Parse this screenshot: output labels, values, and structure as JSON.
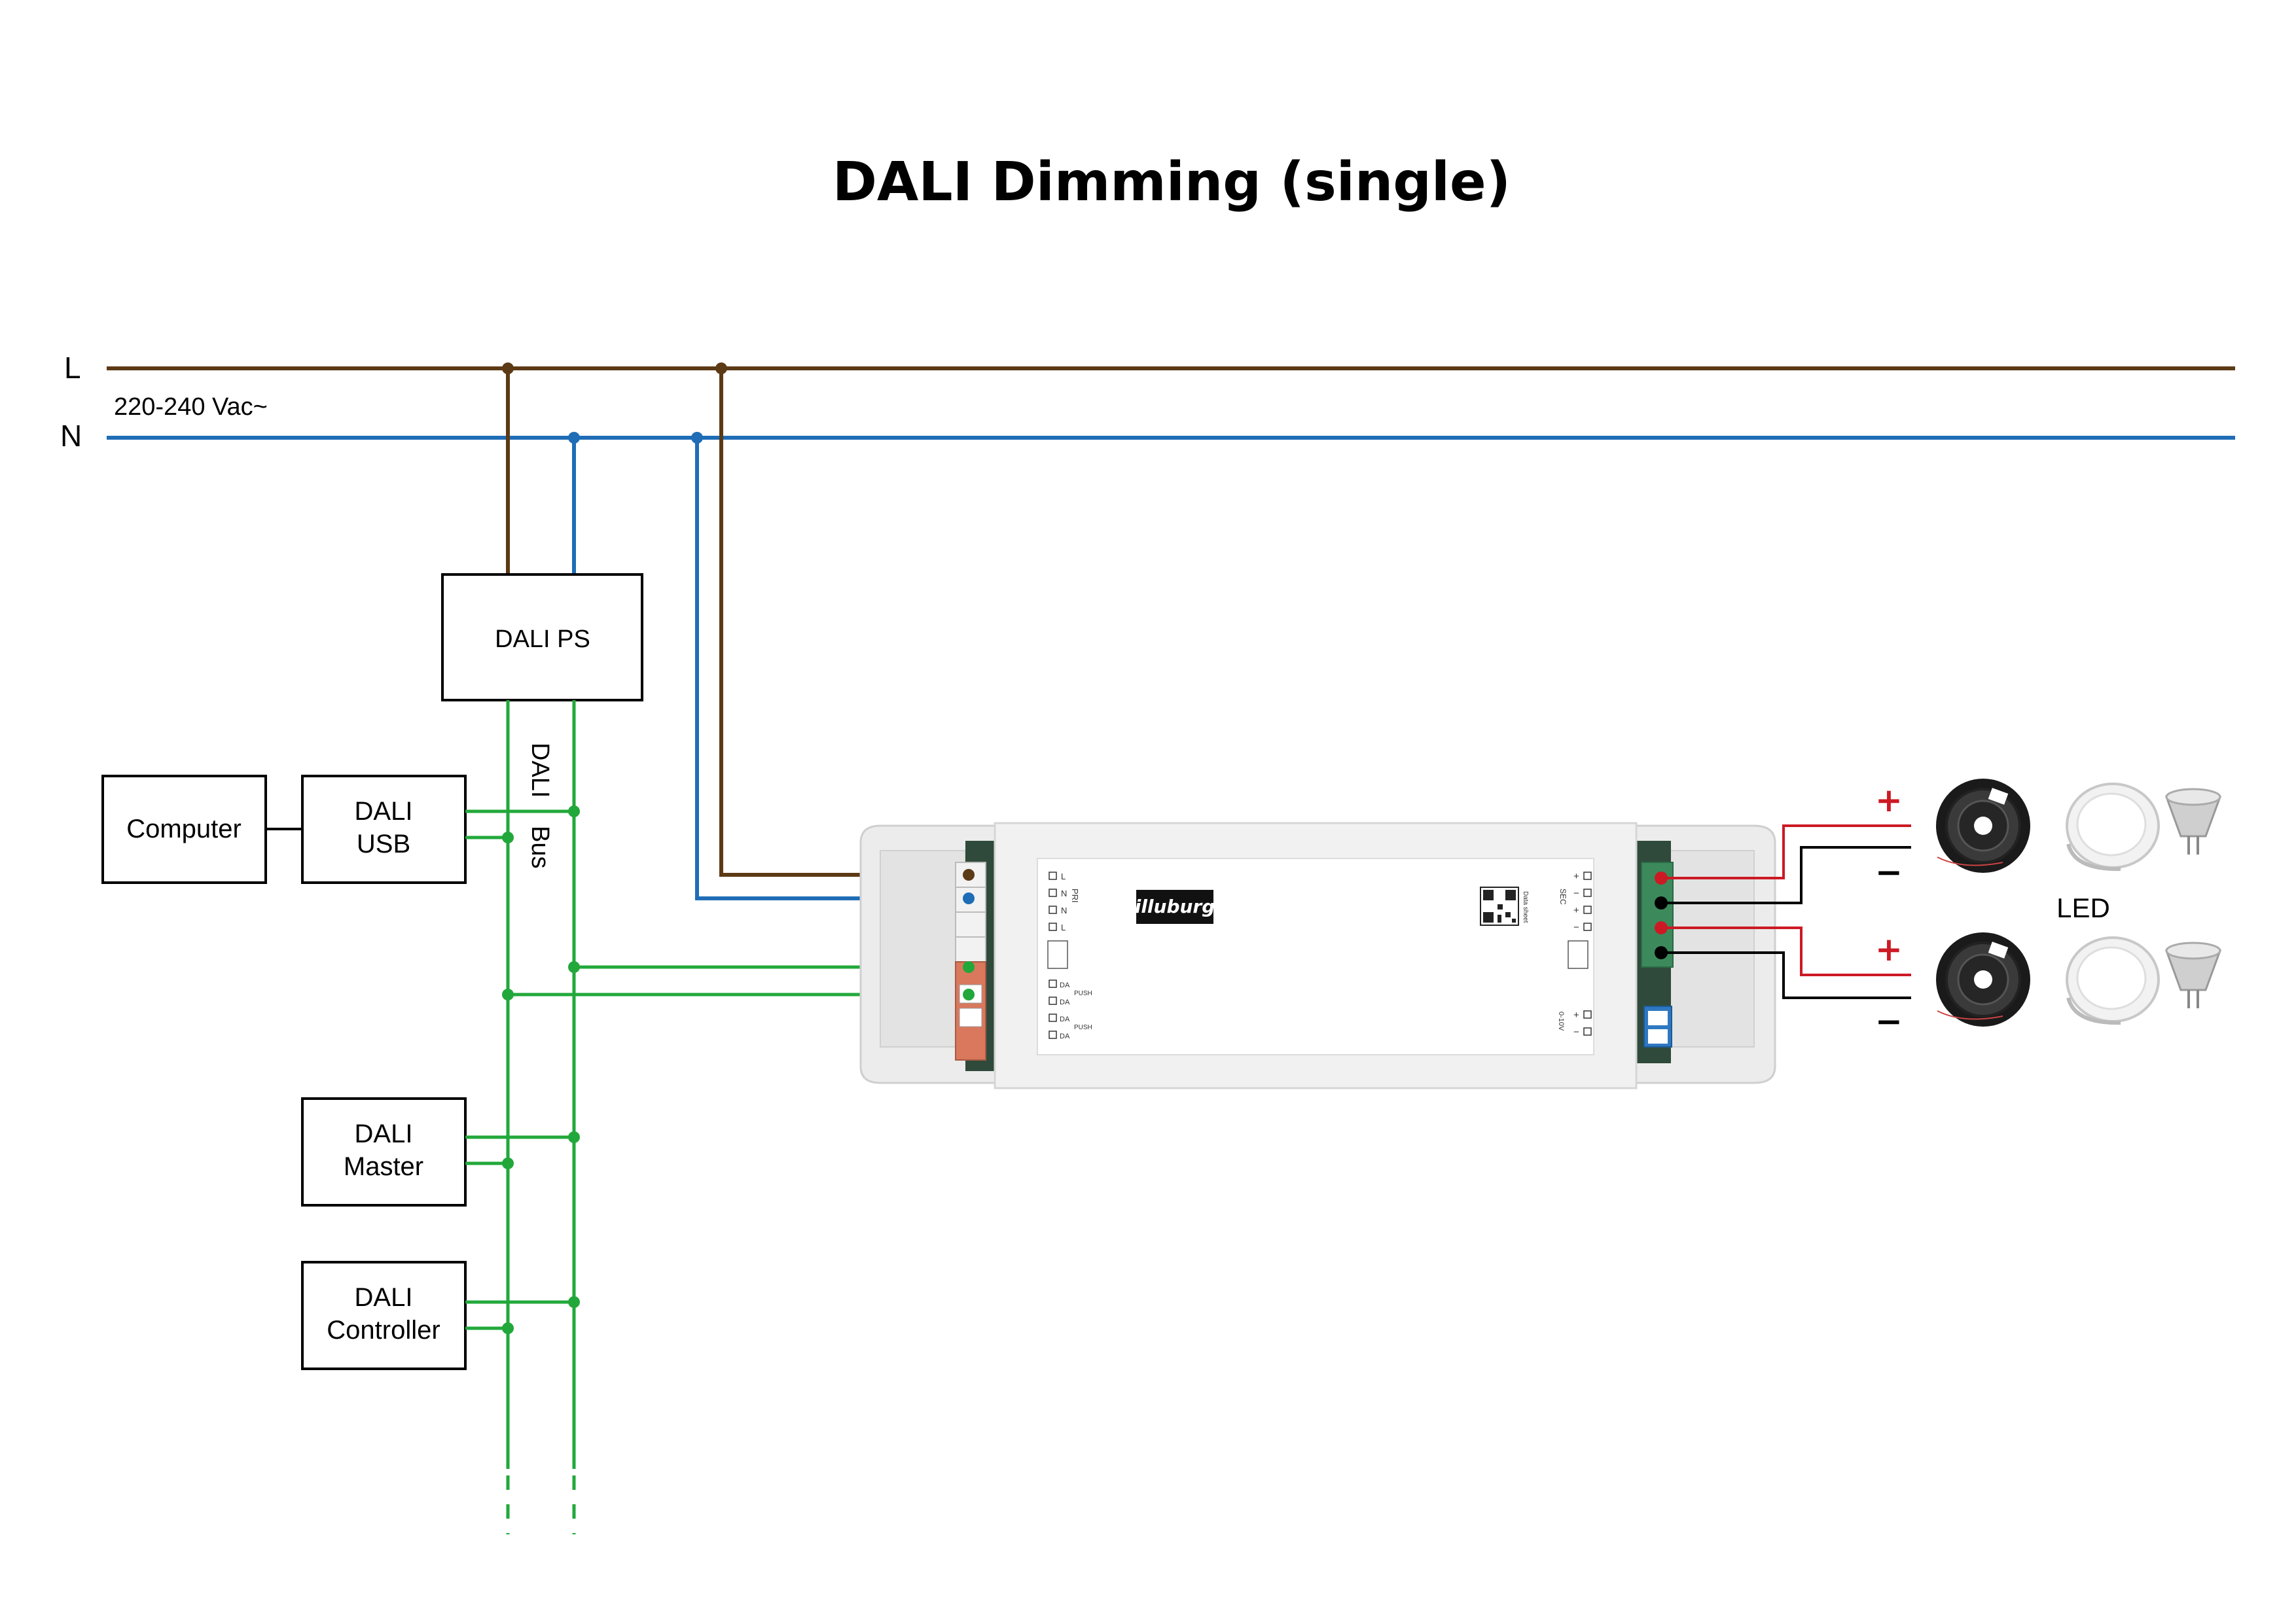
{
  "title": "DALI Dimming (single)",
  "mains": {
    "line_label": "L",
    "neutral_label": "N",
    "voltage": "220-240 Vac~"
  },
  "devices": {
    "ps": "DALI PS",
    "computer": "Computer",
    "usb": [
      "DALI",
      "USB"
    ],
    "master": [
      "DALI",
      "Master"
    ],
    "controller": [
      "DALI",
      "Controller"
    ]
  },
  "bus": {
    "word1": "DALI",
    "word2": "Bus"
  },
  "driver": {
    "brand": "illuburg",
    "pri_terminals": [
      "L",
      "N",
      "N",
      "L"
    ],
    "pri_label": "PRI",
    "dali_terminals": [
      "DA",
      "DA",
      "DA",
      "DA"
    ],
    "push_label": "PUSH",
    "sec_label": "SEC",
    "sec_terminals": [
      "+",
      "−",
      "+",
      "−"
    ],
    "v010_label": "0-10V",
    "v010_terminals": [
      "+",
      "−"
    ],
    "qr_caption": "Data sheet"
  },
  "outputs": {
    "plus": "+",
    "minus": "−",
    "led_label": "LED"
  },
  "colors": {
    "line": "#5c3a15",
    "neutral": "#1f6db6",
    "bus": "#22a83a",
    "positive": "#cc1a24",
    "negative": "#000000"
  }
}
